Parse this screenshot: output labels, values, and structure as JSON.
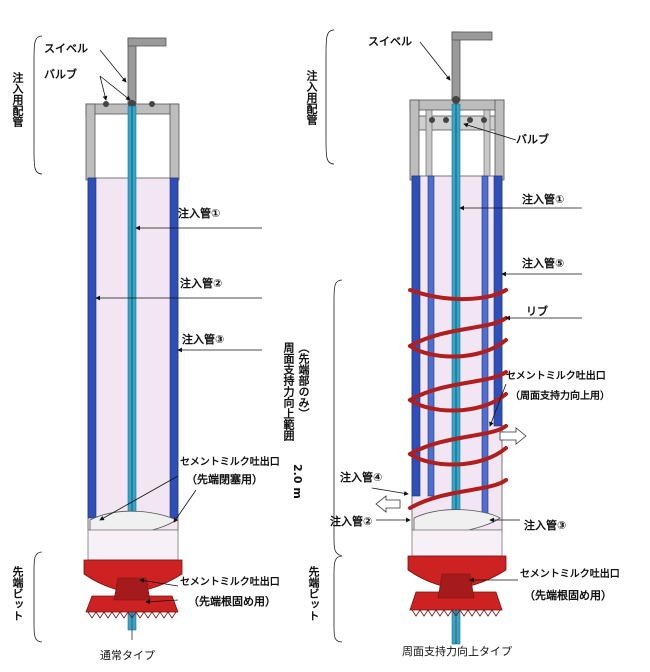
{
  "left": {
    "labels": {
      "swivel": "スイベル",
      "valve": "バルブ",
      "pipe1": "注入管①",
      "pipe2": "注入管②",
      "pipe3": "注入管③",
      "outlet": "セメントミルク吐出口",
      "outlet_note": "（先端閉塞用）",
      "outlet2": "セメントミルク吐出口",
      "outlet2_note": "（先端根固め用）"
    },
    "side_injection": "注入用配管",
    "side_tip": "先端ビット",
    "caption": "通常タイプ"
  },
  "right": {
    "labels": {
      "swivel": "スイベル",
      "valve": "バルブ",
      "pipe1": "注入管①",
      "pipe5": "注入管⑤",
      "rib": "リブ",
      "outlet": "セメントミルク吐出口",
      "outlet_note": "（周面支持力向上用）",
      "pipe4": "注入管④",
      "pipe2": "注入管②",
      "pipe3": "注入管③",
      "outlet2": "セメントミルク吐出口",
      "outlet2_note": "（先端根固め用）"
    },
    "side_injection": "注入用配管",
    "side_range": "周面支持力向上範囲",
    "side_range_note": "（先端部のみ）",
    "side_dim": "2.0 m",
    "side_tip": "先端ビット",
    "caption": "周面支持力向上タイプ"
  },
  "colors": {
    "pipe_fill": "#f3e6f3",
    "blue": "#2f4fb8",
    "red": "#cc2222",
    "gray": "#bdbdbd",
    "cyan": "#35a6c9"
  }
}
